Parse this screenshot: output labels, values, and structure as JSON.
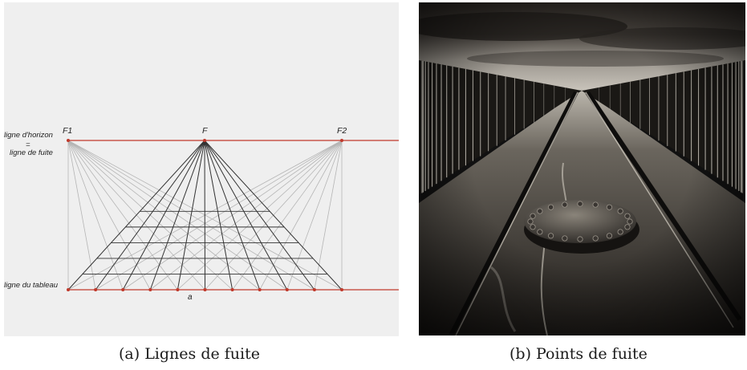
{
  "panel_a": {
    "label_horizon_1": "ligne d'horizon",
    "label_horizon_eq": "=",
    "label_horizon_2": "ligne de fuite",
    "label_tableau": "ligne du tableau",
    "label_f1": "F1",
    "label_f": "F",
    "label_f2": "F2",
    "label_a": "a",
    "colors": {
      "background": "#efefef",
      "red_line": "#c0392b",
      "dark_line": "#333333",
      "light_line": "#b5b5b5"
    }
  },
  "panel_b": {
    "description_visual": "pier-photo"
  },
  "captions": {
    "a": "(a)  Lignes de fuite",
    "b": "(b)  Points de fuite"
  }
}
